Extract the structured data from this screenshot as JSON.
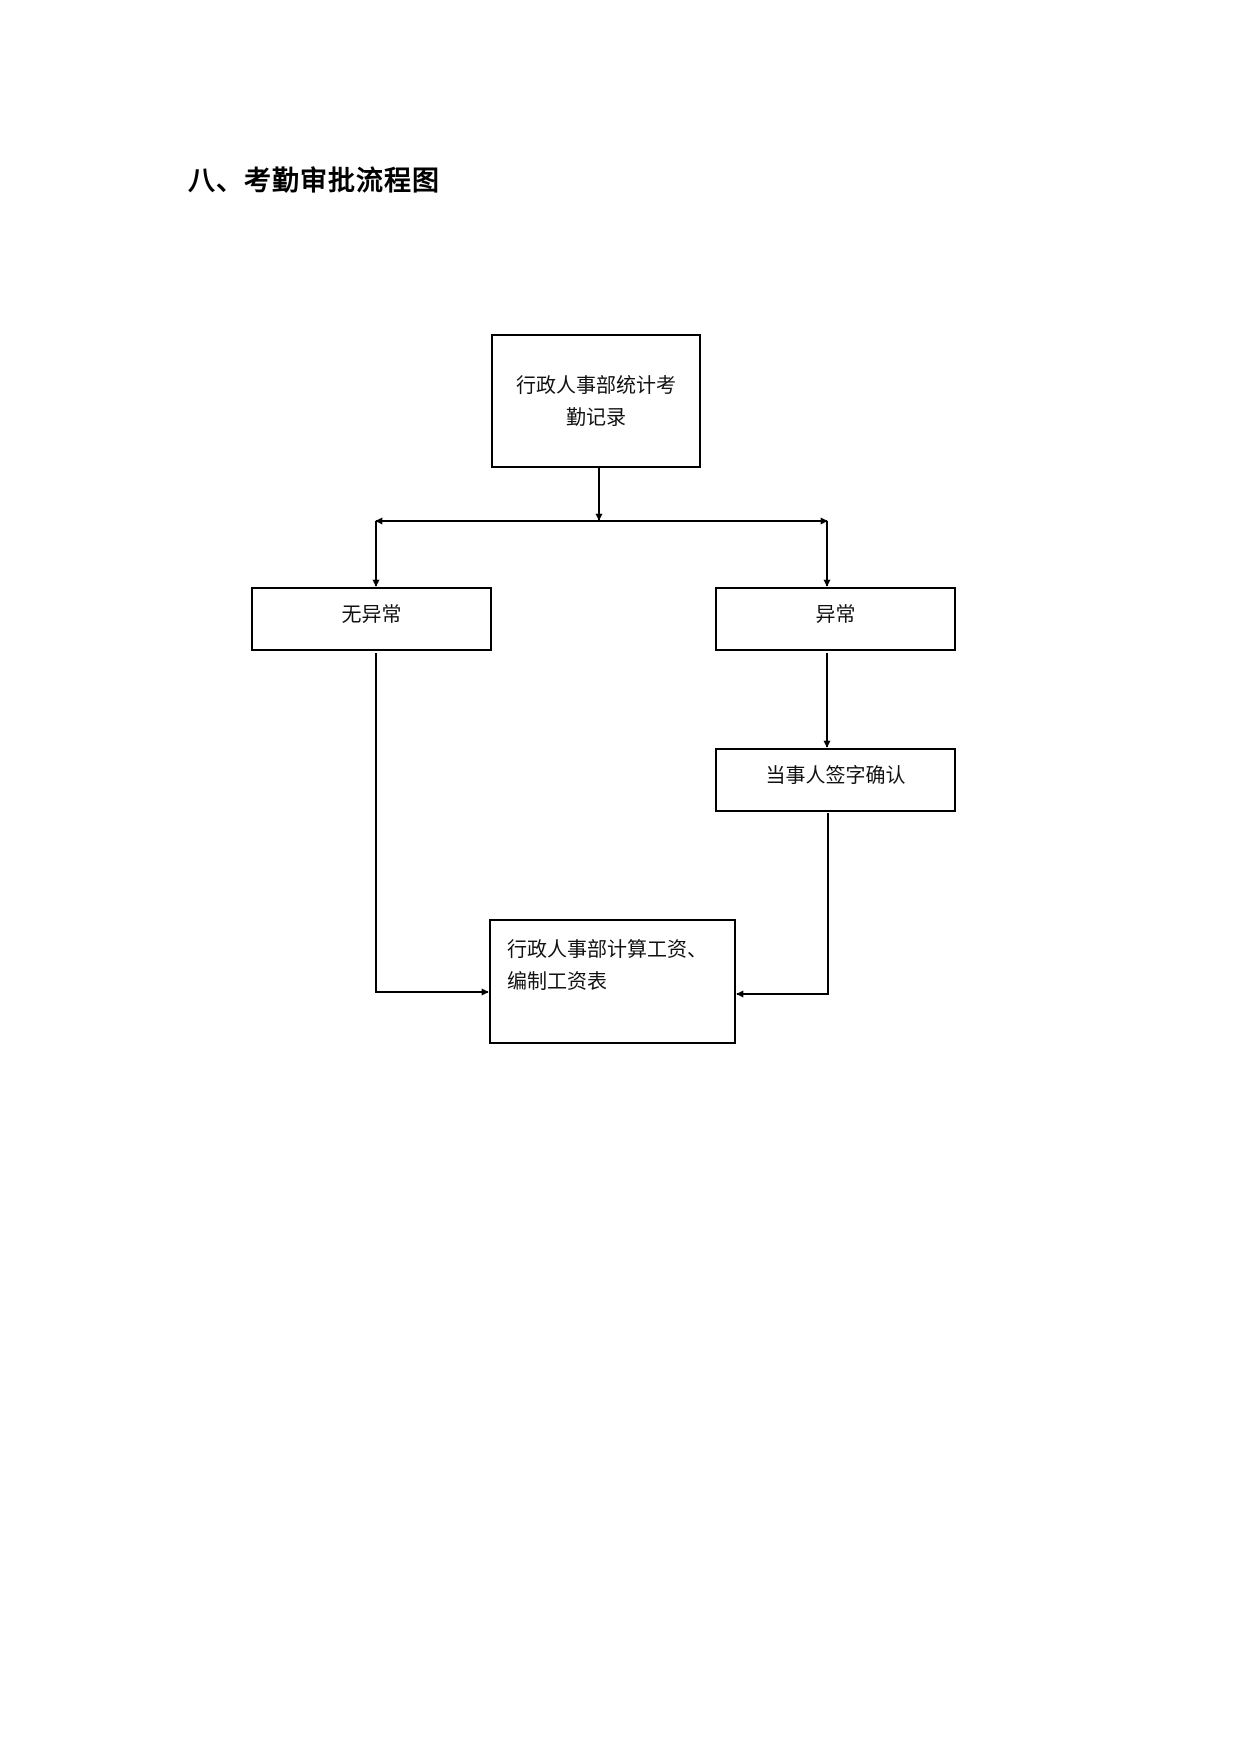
{
  "page": {
    "title": "八、考勤审批流程图"
  },
  "flowchart": {
    "nodes": {
      "start": {
        "line1": "行政人事部统计考",
        "line2": "勤记录"
      },
      "normal": {
        "label": "无异常"
      },
      "abnormal": {
        "label": "异常"
      },
      "confirm": {
        "label": "当事人签字确认"
      },
      "payroll": {
        "line1": "行政人事部计算工资、",
        "line2": "编制工资表"
      }
    },
    "edges": [
      {
        "from": "start",
        "to": "normal"
      },
      {
        "from": "start",
        "to": "abnormal"
      },
      {
        "from": "abnormal",
        "to": "confirm"
      },
      {
        "from": "normal",
        "to": "payroll"
      },
      {
        "from": "confirm",
        "to": "payroll"
      }
    ]
  }
}
